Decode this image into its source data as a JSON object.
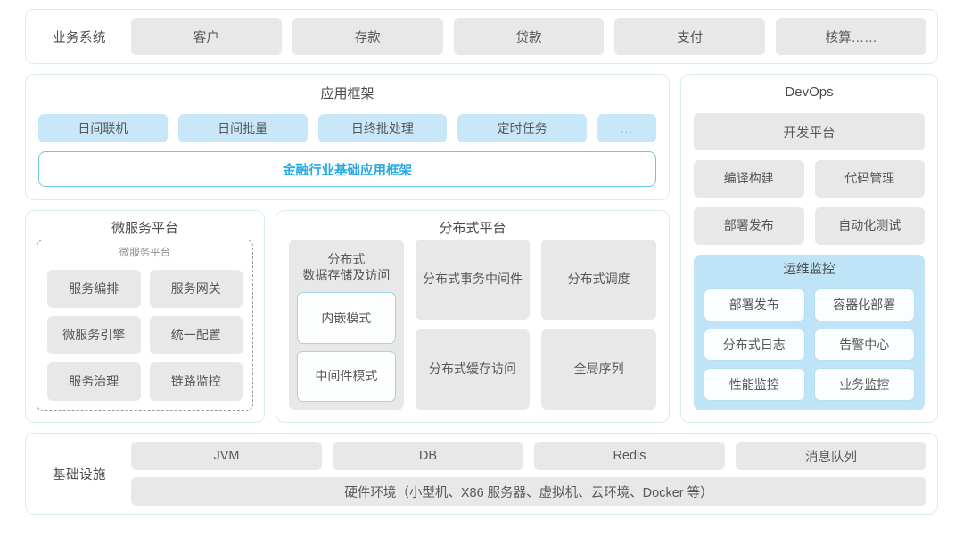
{
  "colors": {
    "panel_border": "#d8ecf2",
    "chip_gray": "#e8e8e8",
    "chip_blue": "#c8e7f8",
    "ops_bg": "#bfe3f7",
    "accent_cyan": "#2aa9e0",
    "banner_border": "#6fc8d8",
    "mode_border": "#9ed4ef"
  },
  "business": {
    "label": "业务系统",
    "items": [
      "客户",
      "存款",
      "贷款",
      "支付",
      "核算……"
    ]
  },
  "app_framework": {
    "title": "应用框架",
    "chips": [
      "日间联机",
      "日间批量",
      "日终批处理",
      "定时任务",
      "..."
    ],
    "banner": "金融行业基础应用框架"
  },
  "microservice": {
    "title": "微服务平台",
    "inner_title": "微服务平台",
    "items": [
      "服务编排",
      "服务网关",
      "微服务引擎",
      "统一配置",
      "服务治理",
      "链路监控"
    ]
  },
  "distributed": {
    "title": "分布式平台",
    "storage": {
      "title": "分布式\n数据存储及访问",
      "title_line1": "分布式",
      "title_line2": "数据存储及访问",
      "modes": [
        "内嵌模式",
        "中间件模式"
      ]
    },
    "cells": [
      {
        "line1": "分布式",
        "line2": "事务中间件"
      },
      {
        "line1": "分布式调度",
        "line2": ""
      },
      {
        "line1": "分布式",
        "line2": "缓存访问"
      },
      {
        "line1": "全局序列",
        "line2": ""
      }
    ]
  },
  "devops": {
    "title": "DevOps",
    "platform": "开发平台",
    "row1": [
      "编译构建",
      "代码管理"
    ],
    "row2": [
      "部署发布",
      "自动化测试"
    ],
    "ops": {
      "title": "运维监控",
      "items": [
        "部署发布",
        "容器化部署",
        "分布式日志",
        "告警中心",
        "性能监控",
        "业务监控"
      ]
    }
  },
  "infrastructure": {
    "label": "基础设施",
    "chips": [
      "JVM",
      "DB",
      "Redis",
      "消息队列"
    ],
    "hardware": "硬件环境（小型机、X86 服务器、虚拟机、云环境、Docker 等）"
  }
}
